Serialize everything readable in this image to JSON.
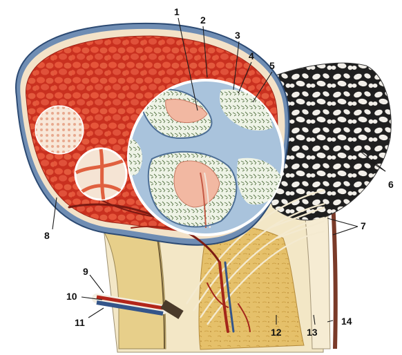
{
  "labels": [
    "1",
    "2",
    "3",
    "4",
    "5",
    "6",
    "7",
    "8",
    "9",
    "10",
    "11",
    "12",
    "13",
    "14"
  ],
  "colors": {
    "marrow_red": "#d9432c",
    "marrow_dark": "#b02a1c",
    "periosteum_blue": "#5f7fa8",
    "spongy_bone": "#f1ece4",
    "trabecula_dark": "#2a2a2a",
    "cartilage_yellow": "#e8c46a",
    "compact_bone": "#f2e6c8",
    "vessel_red": "#b8261a",
    "vessel_blue": "#3b5e96",
    "inset_blue": "#a9c3dc",
    "inset_tissue": "#f3c6b4"
  }
}
